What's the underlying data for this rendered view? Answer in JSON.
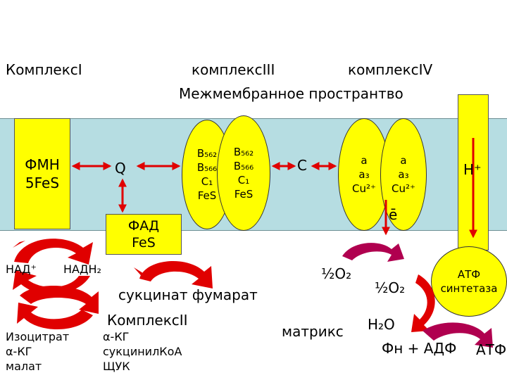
{
  "labels": {
    "complex1": "КомплексI",
    "complex3": "комплексIII",
    "complex4": "комплексIV",
    "intermembrane": "Межмембранное пространтво",
    "q": "Q",
    "c": "C",
    "h_plus": "H⁺",
    "e_minus": "ē",
    "nad": "НАД⁺",
    "nadh": "НАДН₂",
    "succinate_fumarate": "сукцинат фумарат",
    "complex2": "КомплексII",
    "half_o2_left": "½O₂",
    "half_o2_right": "½O₂",
    "water": "H₂O",
    "matrix": "матрикс",
    "phosphate_adp": "Фн + АДФ",
    "atp": "АТФ"
  },
  "fmn_box": {
    "line1": "ФМН",
    "line2": "5FeS"
  },
  "fad_box": {
    "line1": "ФАД",
    "line2": "FeS"
  },
  "complex3_oval_left": [
    "B₅₆₂",
    "B₅₆₆",
    "C₁",
    "FeS"
  ],
  "complex3_oval_right": [
    "B₅₆₂",
    "B₅₆₆",
    "C₁",
    "FeS"
  ],
  "complex4_oval_left": [
    "a",
    "a₃",
    "Cu²⁺"
  ],
  "complex4_oval_right": [
    "a",
    "a₃",
    "Cu²⁺"
  ],
  "atp_synthase": {
    "line1": "АТФ",
    "line2": "синтетаза"
  },
  "substrates_left": [
    "Изоцитрат",
    "α-КГ",
    "малат"
  ],
  "substrates_right": [
    "α-КГ",
    "сукцинилКоА",
    "ЩУК"
  ],
  "colors": {
    "membrane": "#b6dde2",
    "complex_fill": "#ffff00",
    "arrow_red": "#e00000",
    "arrow_magenta": "#b0004f"
  }
}
